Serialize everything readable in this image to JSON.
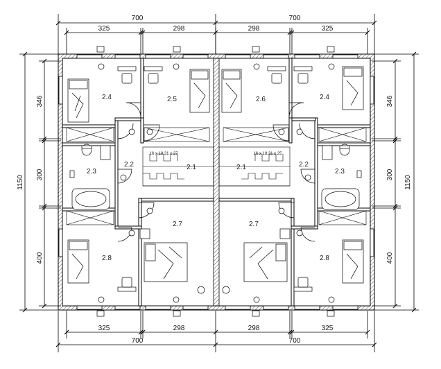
{
  "dimensions": {
    "top_total_left": "700",
    "top_total_right": "700",
    "top_a": "325",
    "top_b": "298",
    "top_c": "298",
    "top_d": "325",
    "bottom_a": "325",
    "bottom_b": "298",
    "bottom_c": "298",
    "bottom_d": "325",
    "bottom_total_left": "700",
    "bottom_total_right": "700",
    "left_total": "1150",
    "left_1": "346",
    "left_2": "300",
    "left_3": "400",
    "right_total": "1150",
    "right_1": "346",
    "right_2": "300",
    "right_3": "400"
  },
  "rooms_left": {
    "bed_nw": "2.4",
    "bed_ne": "2.5",
    "bath": "2.3",
    "hall": "2.2",
    "stair": "2.1",
    "master": "2.7",
    "bed_sw": "2.8"
  },
  "rooms_right": {
    "bed_nw": "2.6",
    "bed_ne": "2.4",
    "bath": "2.3",
    "hall": "2.2",
    "stair": "2.1",
    "master": "2.7",
    "bed_se": "2.8"
  },
  "stair_label_left": "16 x 18.31 x 27",
  "stair_label_right": "16 x 18.31 x 25"
}
